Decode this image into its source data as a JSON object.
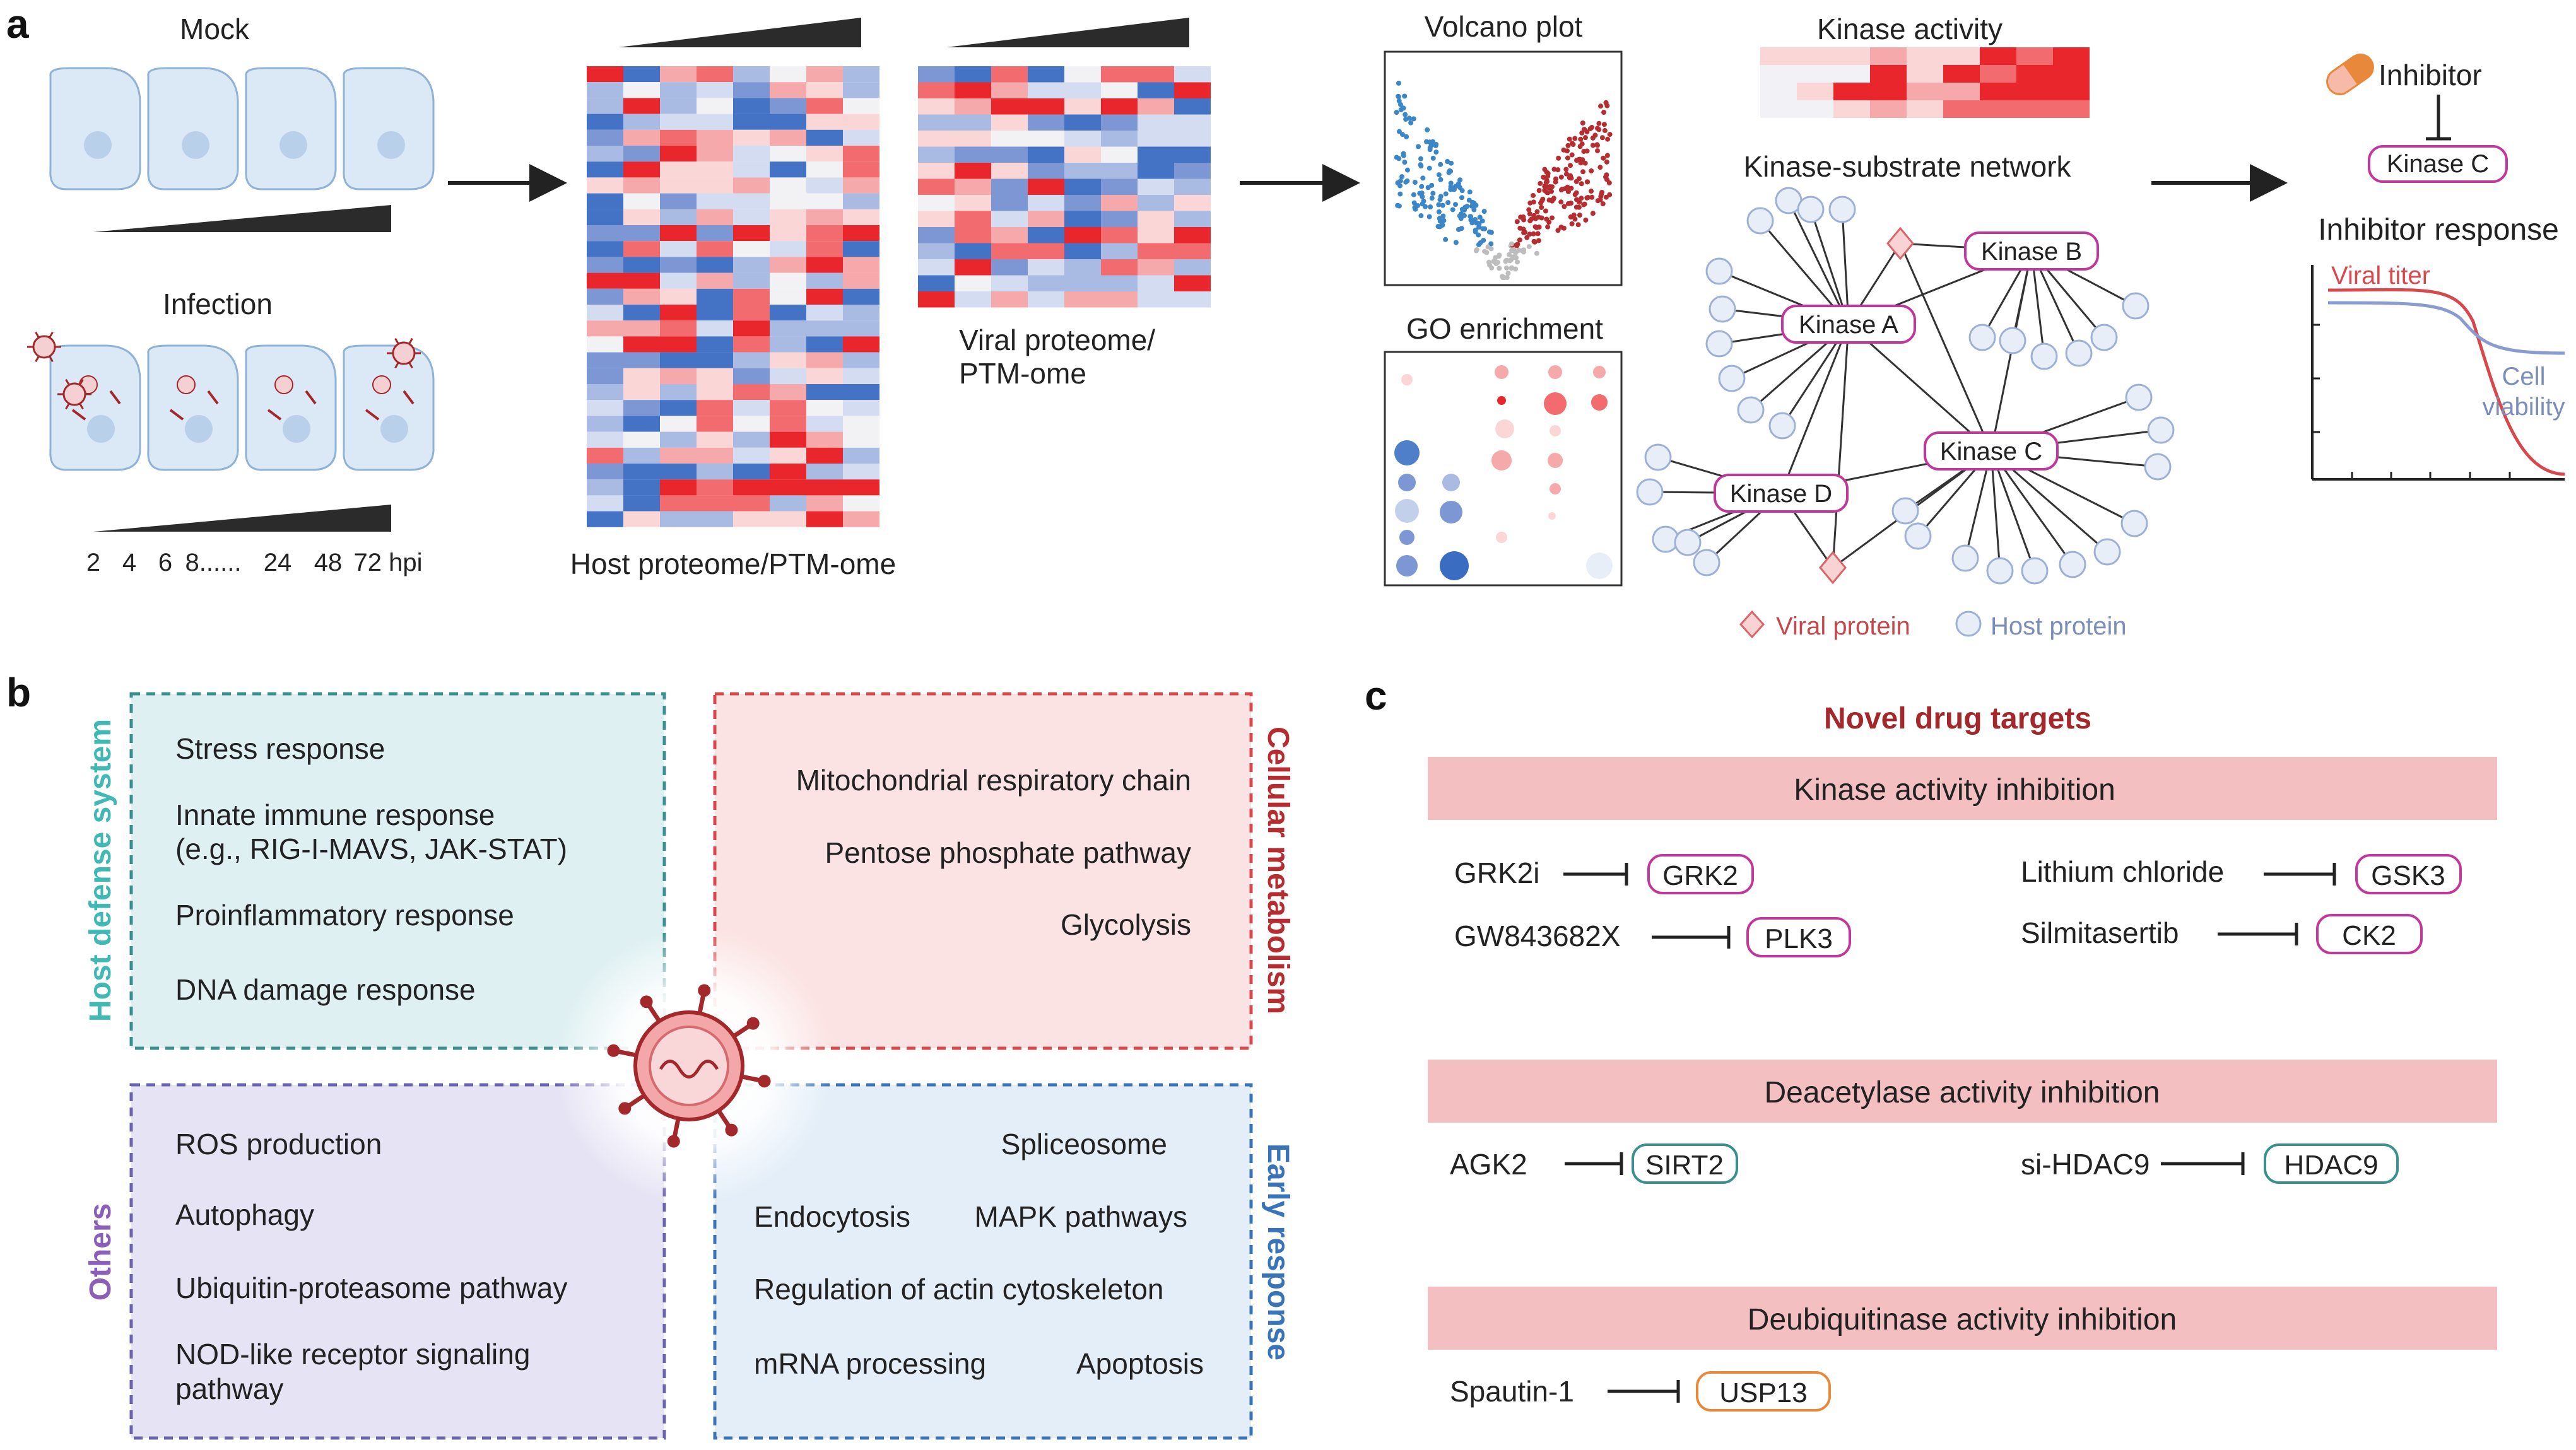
{
  "panel_a": {
    "label": "a",
    "mock_label": "Mock",
    "infection_label": "Infection",
    "timepoints": [
      "2",
      "4",
      "6",
      "8......",
      "24",
      "48",
      "72 hpi"
    ],
    "host_label": "Host proteome/PTM-ome",
    "viral_label_1": "Viral proteome/",
    "viral_label_2": "PTM-ome",
    "volcano_title": "Volcano plot",
    "go_title": "GO enrichment",
    "kinase_activity_title": "Kinase activity",
    "network_title": "Kinase-substrate network",
    "kinases": [
      "Kinase A",
      "Kinase B",
      "Kinase C",
      "Kinase D"
    ],
    "legend_viral": "Viral protein",
    "legend_host": "Host protein",
    "inhibitor_label": "Inhibitor",
    "inhibitor_target": "Kinase C",
    "inhibitor_response_title": "Inhibitor response",
    "viral_titer": "Viral titer",
    "cell_viability_1": "Cell",
    "cell_viability_2": "viability"
  },
  "panel_b": {
    "label": "b",
    "host_defense": {
      "title": "Host defense system",
      "items": [
        "Stress response",
        "Innate immune response",
        "(e.g., RIG-I-MAVS, JAK-STAT)",
        "Proinflammatory response",
        "DNA damage response"
      ]
    },
    "metabolism": {
      "title": "Cellular metabolism",
      "items": [
        "Mitochondrial respiratory chain",
        "Pentose phosphate pathway",
        "Glycolysis"
      ]
    },
    "others": {
      "title": "Others",
      "items": [
        "ROS production",
        "Autophagy",
        "Ubiquitin-proteasome pathway",
        "NOD-like receptor signaling",
        "pathway"
      ]
    },
    "early": {
      "title": "Early response",
      "items": [
        "Spliceosome",
        "Endocytosis",
        "MAPK pathways",
        "Regulation of actin cytoskeleton",
        "mRNA processing",
        "Apoptosis"
      ]
    }
  },
  "panel_c": {
    "label": "c",
    "title": "Novel drug targets",
    "sections": [
      {
        "title": "Kinase activity inhibition",
        "pairs": [
          {
            "drug": "GRK2i",
            "target": "GRK2"
          },
          {
            "drug": "GW843682X",
            "target": "PLK3"
          },
          {
            "drug": "Lithium chloride",
            "target": "GSK3"
          },
          {
            "drug": "Silmitasertib",
            "target": "CK2"
          }
        ]
      },
      {
        "title": "Deacetylase activity inhibition",
        "pairs": [
          {
            "drug": "AGK2",
            "target": "SIRT2"
          },
          {
            "drug": "si-HDAC9",
            "target": "HDAC9"
          }
        ]
      },
      {
        "title": "Deubiquitinase activity inhibition",
        "pairs": [
          {
            "drug": "Spautin-1",
            "target": "USP13"
          }
        ]
      }
    ]
  },
  "colors": {
    "red": "#e8262b",
    "dark_red": "#a3282c",
    "blue": "#4472c4",
    "kinase_border": "#c0399a",
    "teal": "#3a8f8f",
    "host_box": "#dff0f2",
    "metab_box": "#fbe3e3",
    "others_box": "#e6e4f4",
    "early_box": "#e3eef8",
    "section_bar": "#f4bfc1",
    "orange": "#e8883a",
    "purple_text": "#8b5fb8"
  }
}
